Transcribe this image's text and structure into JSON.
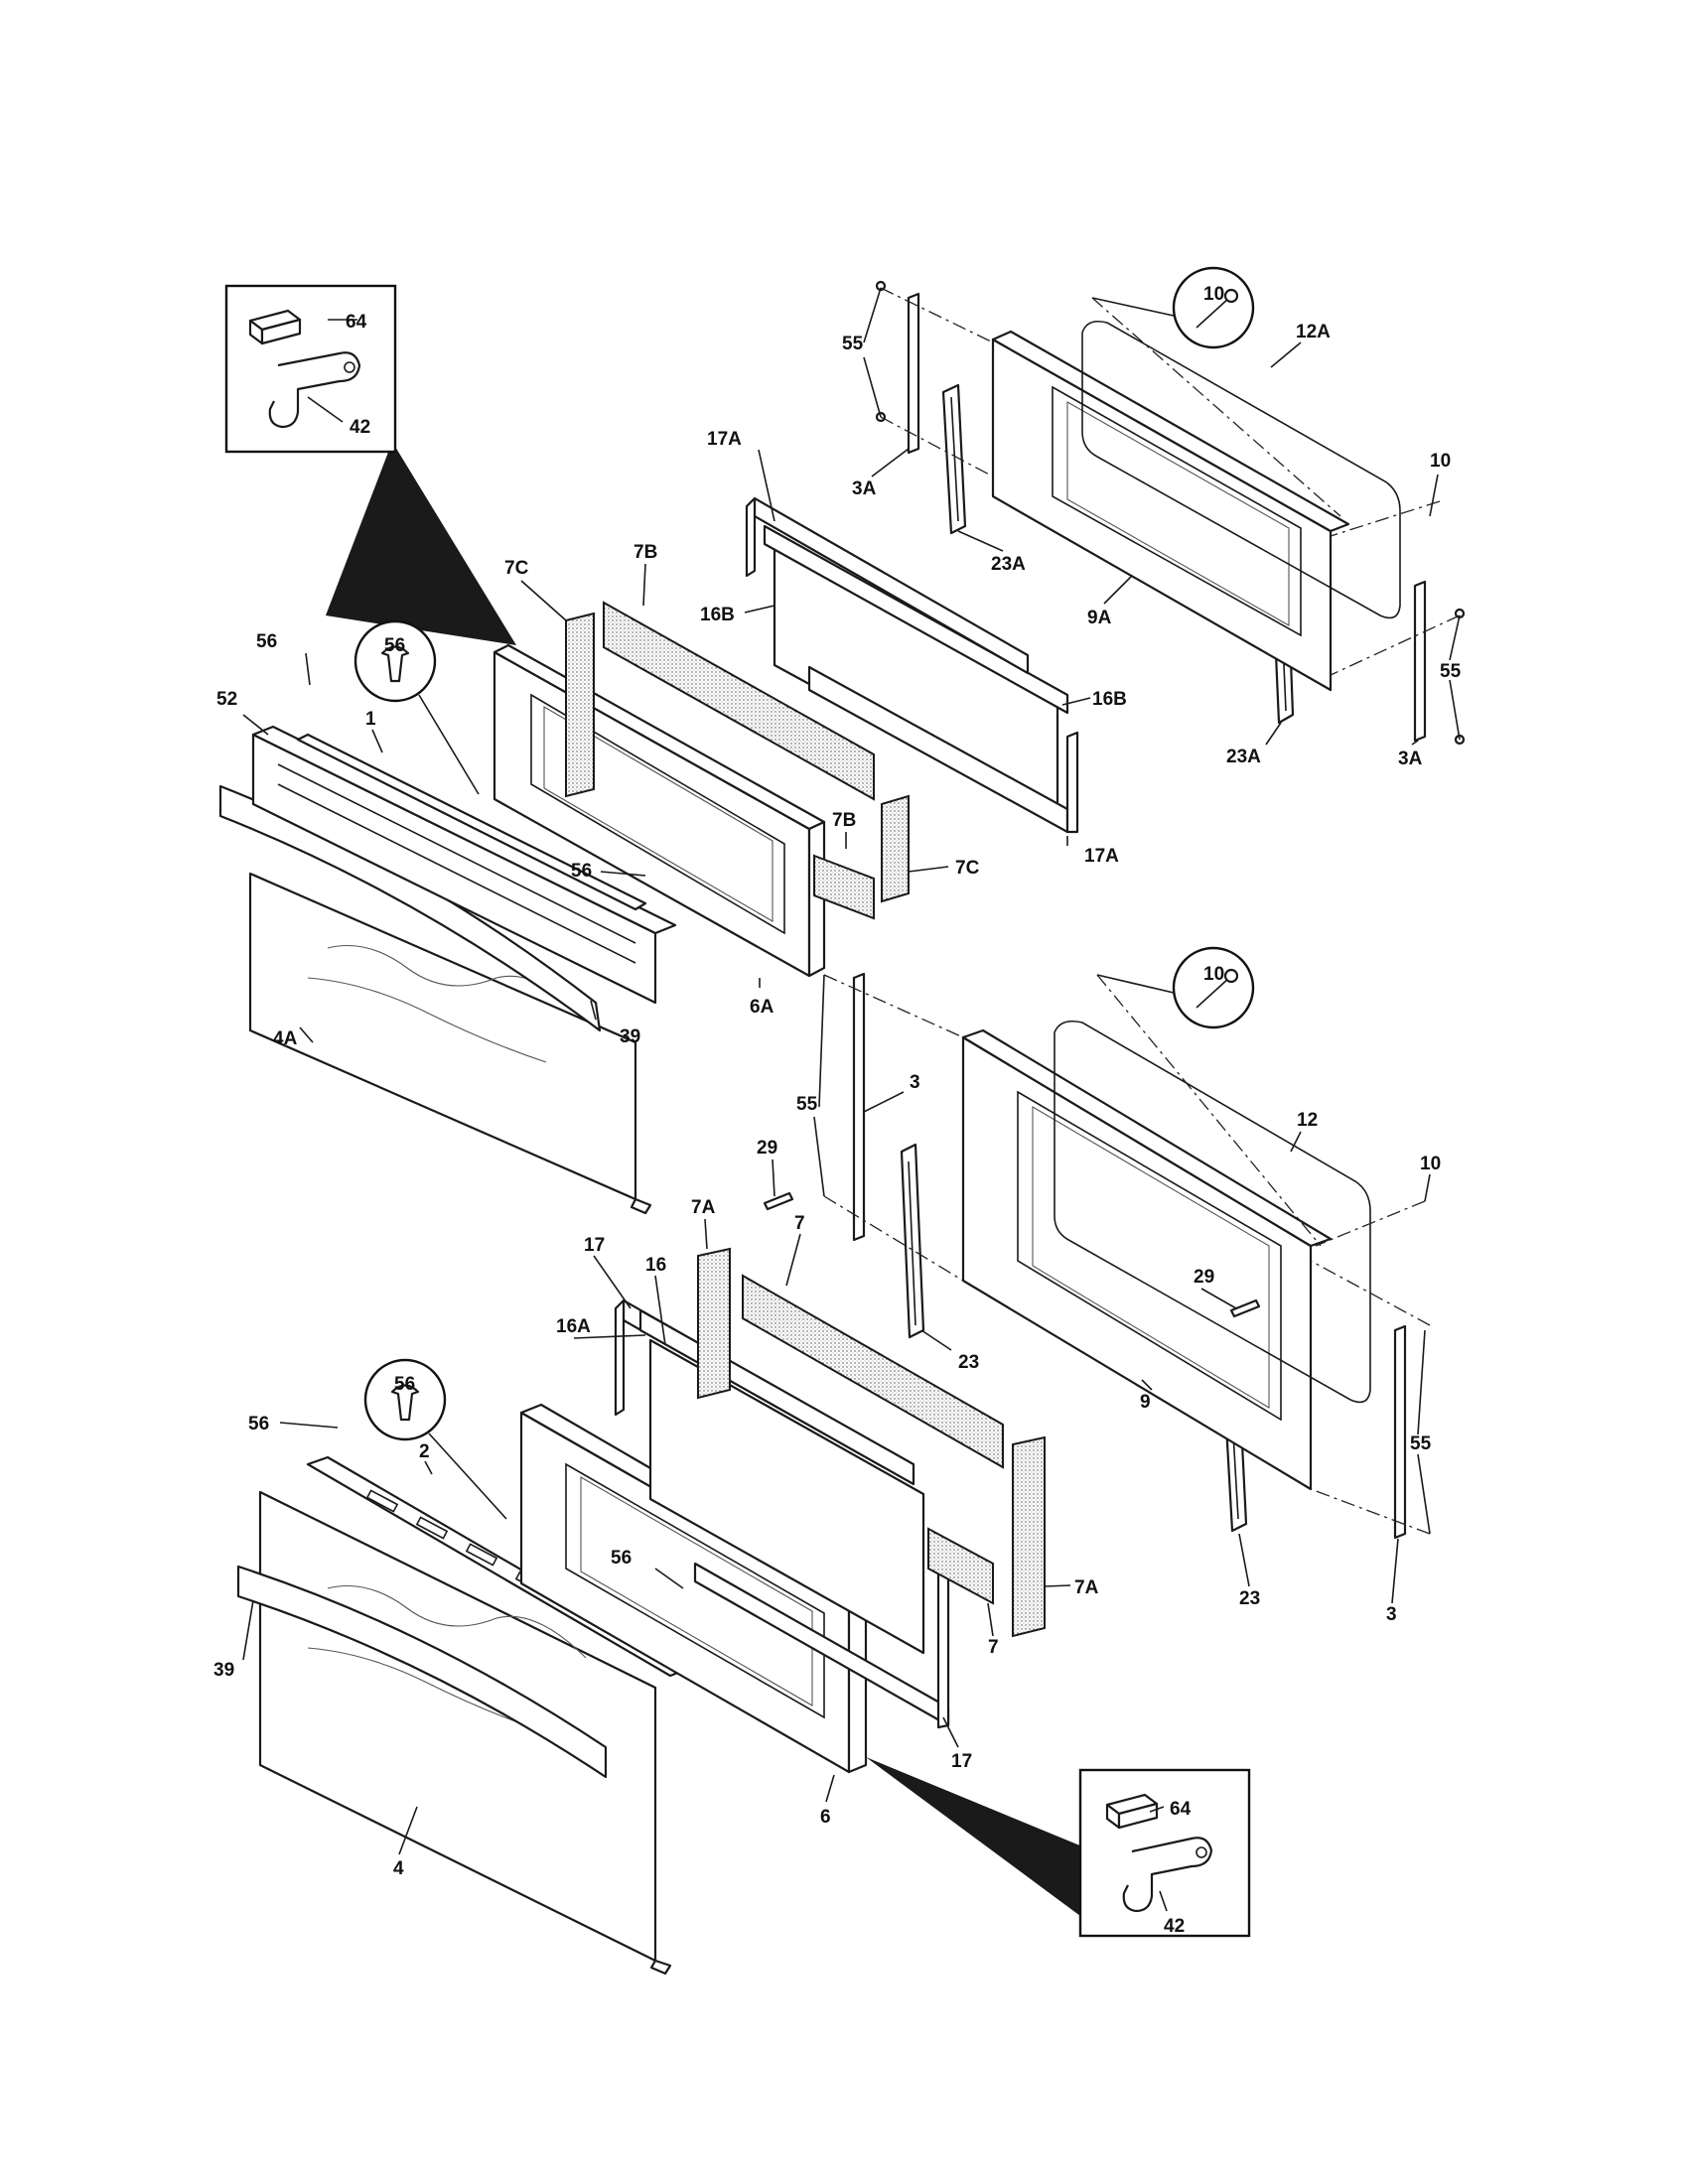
{
  "diagram_title": "",
  "colors": {
    "line": "#1a1a1a",
    "background": "#ffffff"
  },
  "labels": {
    "l_64_top": "64",
    "l_42_top": "42",
    "l_10_a": "10",
    "l_55_a": "55",
    "l_3A_a": "3A",
    "l_12A": "12A",
    "l_10_b": "10",
    "l_17A_a": "17A",
    "l_23A_a": "23A",
    "l_9A": "9A",
    "l_16B_a": "16B",
    "l_16B_b": "16B",
    "l_55_b": "55",
    "l_23A_b": "23A",
    "l_3A_b": "3A",
    "l_7B_a": "7B",
    "l_7C_a": "7C",
    "l_56_circle_a": "56",
    "l_56_a": "56",
    "l_52": "52",
    "l_1": "1",
    "l_56_b": "56",
    "l_7B_b": "7B",
    "l_7C_b": "7C",
    "l_17A_b": "17A",
    "l_39_a": "39",
    "l_6A": "6A",
    "l_4A": "4A",
    "l_10_c": "10",
    "l_55_c": "55",
    "l_3_a": "3",
    "l_12": "12",
    "l_29_a": "29",
    "l_10_d": "10",
    "l_7A_a": "7A",
    "l_7_a": "7",
    "l_17_a": "17",
    "l_16": "16",
    "l_16A": "16A",
    "l_23_a": "23",
    "l_29_b": "29",
    "l_9": "9",
    "l_55_d": "55",
    "l_56_circle_b": "56",
    "l_56_c": "56",
    "l_2": "2",
    "l_56_d": "56",
    "l_39_b": "39",
    "l_7_b": "7",
    "l_7A_b": "7A",
    "l_23_b": "23",
    "l_3_b": "3",
    "l_17_b": "17",
    "l_6": "6",
    "l_4": "4",
    "l_64_bot": "64",
    "l_42_bot": "42"
  }
}
